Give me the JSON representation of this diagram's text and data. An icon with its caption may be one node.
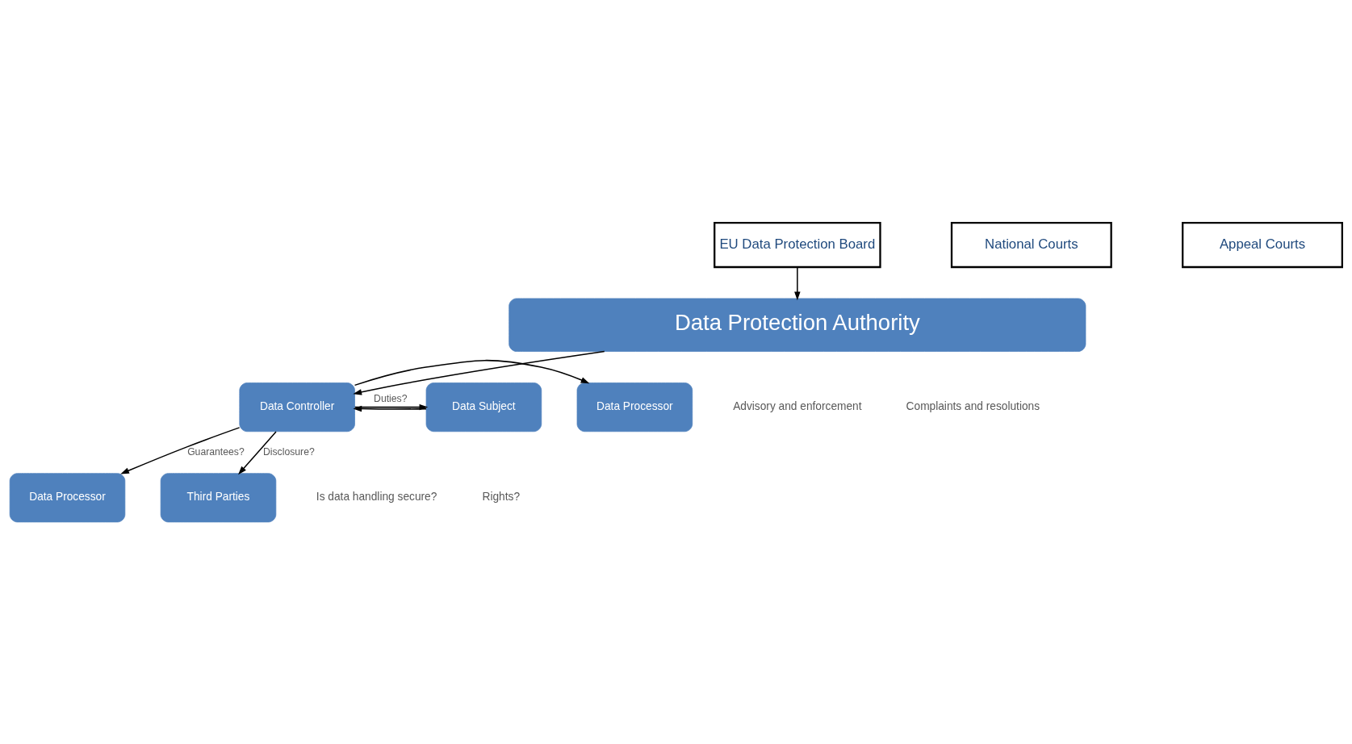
{
  "diagram": {
    "nodes": [
      {
        "text": [
          "EU Data Protection Board"
        ]
      },
      {
        "text": [
          "National Courts"
        ]
      },
      {
        "text": [
          "Appeal Courts"
        ]
      },
      {
        "text": [
          "Data Protection Authority"
        ]
      },
      {
        "text": [
          "Data Processor"
        ]
      },
      {
        "text": [
          "Data Controller"
        ]
      },
      {
        "text": [
          "Data Subject"
        ]
      },
      {
        "text": [
          "Data Processor"
        ]
      },
      {
        "text": [
          "Third Parties"
        ]
      }
    ],
    "edges": [
      {
        "from": 0,
        "to": 3,
        "arrow": "to"
      },
      {
        "from": 3,
        "to": 5,
        "arrow": "to"
      },
      {
        "from": 5,
        "to": 4,
        "arrow": "to"
      },
      {
        "from": 5,
        "to": 6,
        "label": "Duties?",
        "arrow": "to"
      },
      {
        "from": 6,
        "to": 5,
        "arrow": "to"
      },
      {
        "from": 5,
        "to": 7,
        "label": "Guarantees?",
        "arrow": "to"
      },
      {
        "from": 5,
        "to": 8,
        "label": "Disclosure?",
        "arrow": "to"
      }
    ],
    "labels": [
      "Advisory and enforcement",
      "Complaints and resolutions",
      "Is data handling secure?",
      "Rights?"
    ]
  }
}
